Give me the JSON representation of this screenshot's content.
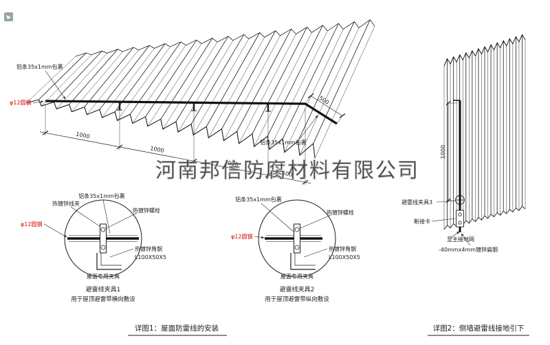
{
  "watermark": "河南邦信防腐材料有限公司",
  "colors": {
    "ink": "#1a1a1a",
    "red": "#d40000",
    "watermark": "#9b9b9b"
  },
  "roof": {
    "strip_label_top": "铝条35x1mm包裹",
    "strip_label_right": "铝条35x1mm包裹",
    "round_steel_label": "φ12圆钢",
    "dim_1000_a": "1000",
    "dim_1000_b": "1000",
    "dim_1000_c": "1000",
    "dim_500_a": "500",
    "dim_500_b": "500"
  },
  "detail1": {
    "wire_clip_label": "热镀锌线夹",
    "strip_label": "铝条35x1mm包裹",
    "bolt_label": "热镀锌螺栓",
    "round_steel_label": "φ12圆钢",
    "angle_label": "热镀锌角钢",
    "angle_size": "L100X50X5",
    "fixture_label": "屋面专用夹具",
    "title": "避雷线夹具1",
    "subtitle": "用于屋顶避雷带横向敷设"
  },
  "detail2": {
    "strip_label": "铝条35x1mm包裹",
    "bolt_label": "热镀锌螺栓",
    "round_steel_label": "φ12圆钢",
    "angle_label": "热镀锌角钢",
    "angle_size": "L100X50X5",
    "fixture_label": "屋面专用夹具",
    "title": "避雷线夹具2",
    "subtitle": "用于屋顶避雷带纵向敷设"
  },
  "wall": {
    "dim_1000": "1000",
    "clamp_label": "避雷线夹具3",
    "disconnect_label": "断接卡",
    "ground_label": "至主接地网",
    "flat_steel_label": "-40mmx4mm镀锌扁钢"
  },
  "captions": {
    "detail1": "详图1：屋面防雷线的安装",
    "detail2": "详图2：侧墙避雷线接地引下"
  }
}
